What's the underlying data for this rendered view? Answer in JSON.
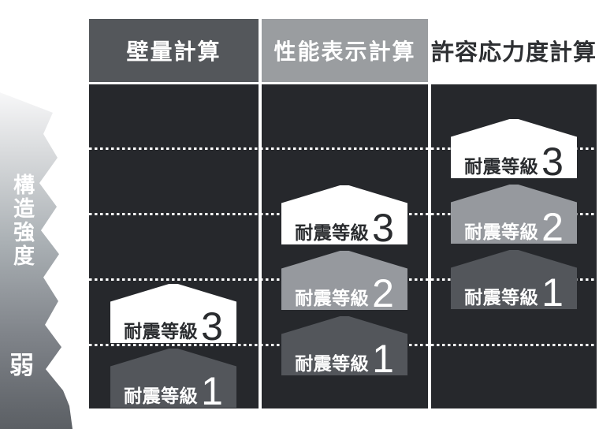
{
  "axis": {
    "title": "構造強度",
    "weak_label": "弱"
  },
  "columns": [
    {
      "header": "壁量計算",
      "header_bg": "#54575b",
      "badges": [
        {
          "label": "耐震等級",
          "grade": "3",
          "style": "white"
        },
        {
          "label": "耐震等級",
          "grade": "1",
          "style": "dark-gray"
        }
      ]
    },
    {
      "header": "性能表示計算",
      "header_bg": "#9a9da0",
      "badges": [
        {
          "label": "耐震等級",
          "grade": "3",
          "style": "white"
        },
        {
          "label": "耐震等級",
          "grade": "2",
          "style": "light-gray"
        },
        {
          "label": "耐震等級",
          "grade": "1",
          "style": "dark-gray"
        }
      ]
    },
    {
      "header": "許容応力度計算",
      "header_bg": "none",
      "badges": [
        {
          "label": "耐震等級",
          "grade": "3",
          "style": "white"
        },
        {
          "label": "耐震等級",
          "grade": "2",
          "style": "light-gray"
        },
        {
          "label": "耐震等級",
          "grade": "1",
          "style": "dark-gray"
        }
      ]
    }
  ],
  "colors": {
    "column_body": "#26282c",
    "col1_header_bg": "#54575b",
    "col2_header_bg": "#9a9da0",
    "header_text_light": "#ffffff",
    "header_text_dark": "#2e3033",
    "badge_grade3_bg": "#ffffff",
    "badge_grade2_bg": "#96999e",
    "badge_grade1_bg": "#53565b",
    "dotted_line": "#ffffff",
    "ribbon_gradient_top": "#f8f8f9",
    "ribbon_gradient_bottom": "#5b5f64"
  }
}
